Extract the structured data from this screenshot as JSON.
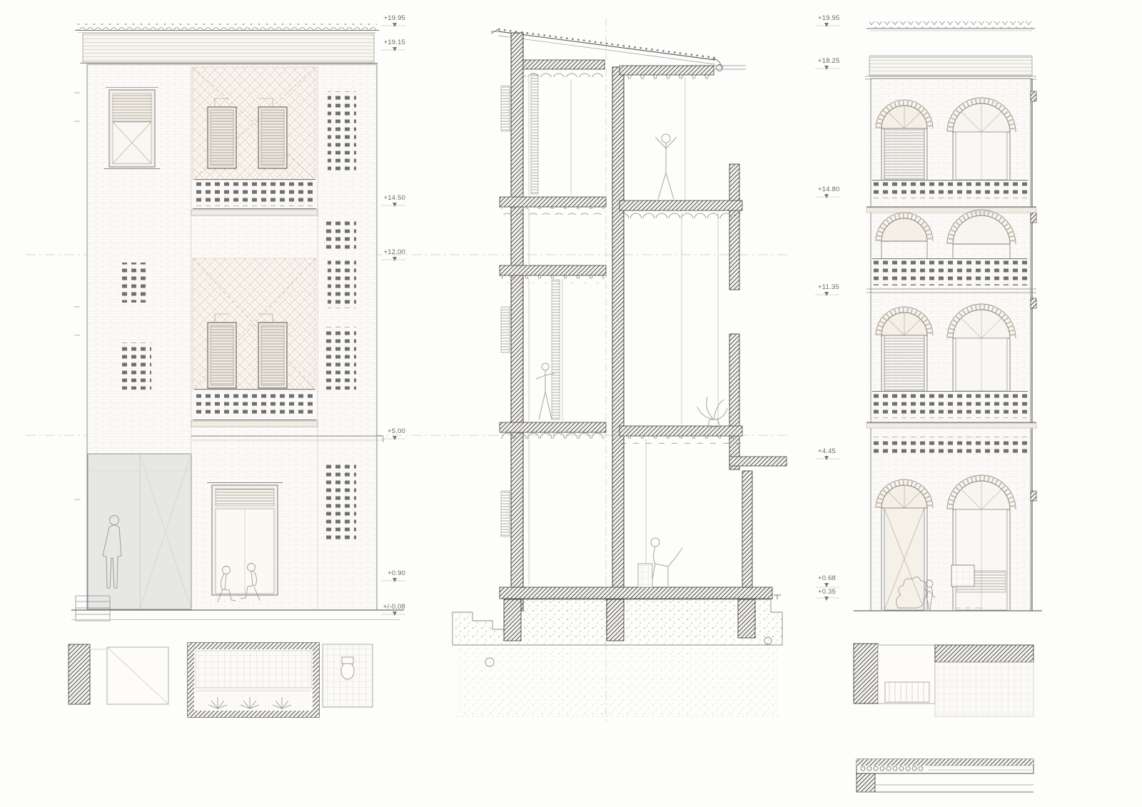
{
  "palette": {
    "paper": "#fdfdfc",
    "ink": "#8a8a8a",
    "cut_hatch": "#3e3e3e",
    "brick_tint": "#ece6db",
    "lattice_tint": "#dfcfc0",
    "perforation": "#6f6f6f",
    "glass": "#e7e7e5"
  },
  "levels_left": [
    {
      "label": "+19.95"
    },
    {
      "label": "+19.15"
    },
    {
      "label": "+14.50"
    },
    {
      "label": "+12.00"
    },
    {
      "label": "+5.00"
    },
    {
      "label": "+0.90"
    },
    {
      "label": "+/-0.08"
    }
  ],
  "levels_right": [
    {
      "label": "+19.95"
    },
    {
      "label": "+18.25"
    },
    {
      "label": "+14.80"
    },
    {
      "label": "+11.35"
    },
    {
      "label": "+4.45"
    },
    {
      "label": "+0.68"
    },
    {
      "label": "+0.35"
    }
  ]
}
